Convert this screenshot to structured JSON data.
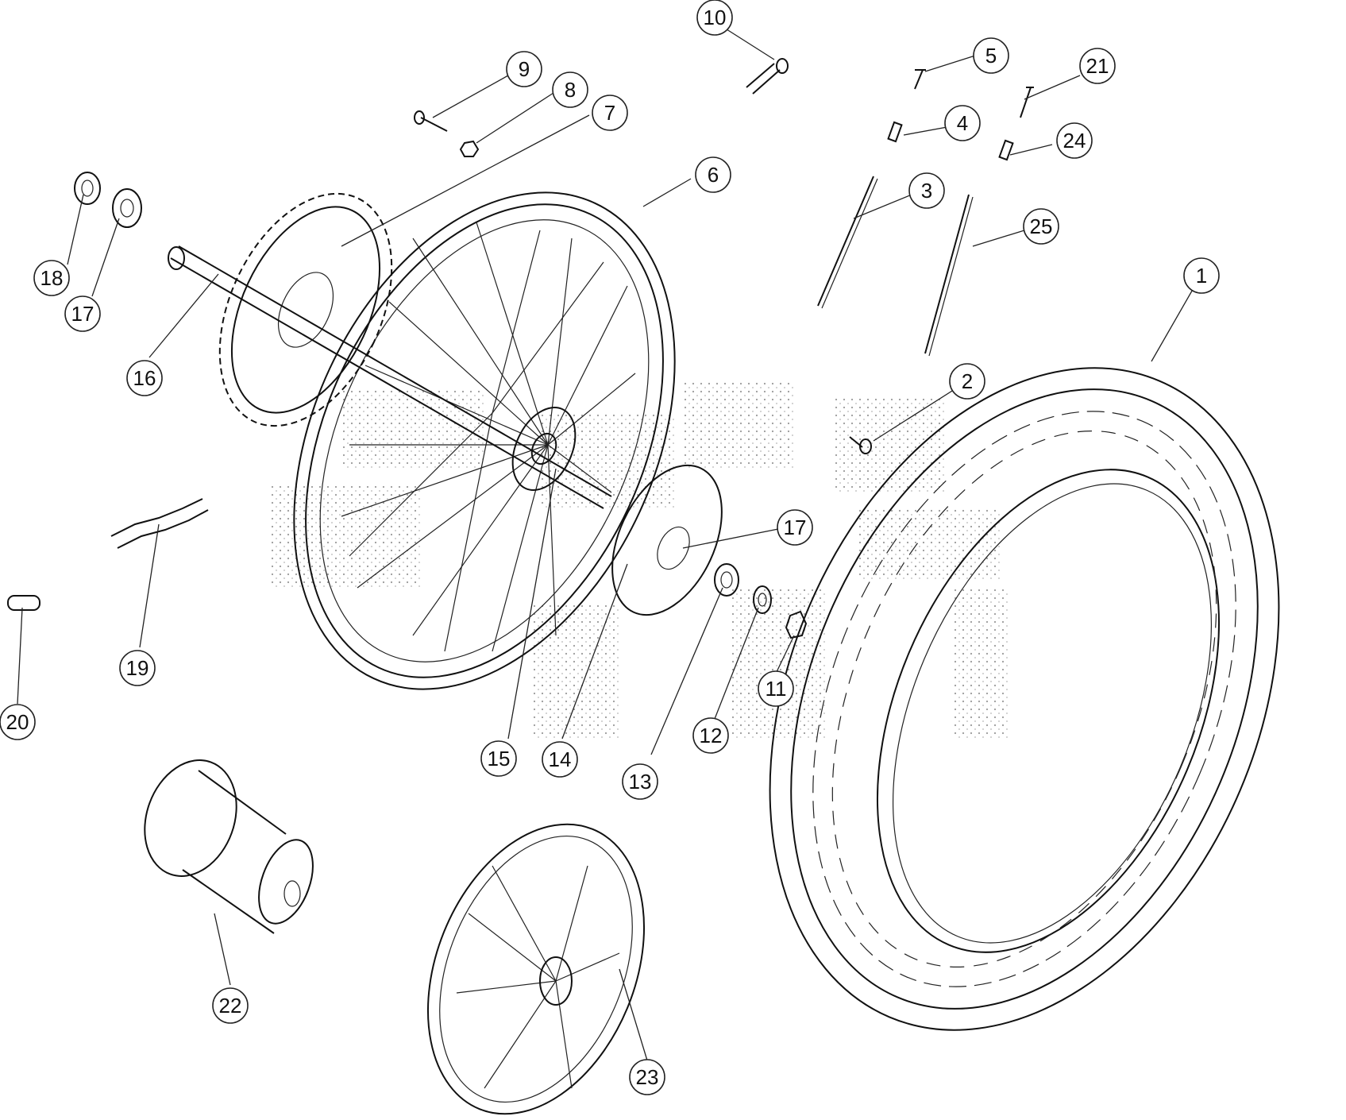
{
  "diagram": {
    "type": "exploded-parts-diagram",
    "callouts": [
      {
        "label": "1"
      },
      {
        "label": "2"
      },
      {
        "label": "3"
      },
      {
        "label": "4"
      },
      {
        "label": "5"
      },
      {
        "label": "6"
      },
      {
        "label": "7"
      },
      {
        "label": "8"
      },
      {
        "label": "9"
      },
      {
        "label": "10"
      },
      {
        "label": "11"
      },
      {
        "label": "12"
      },
      {
        "label": "13"
      },
      {
        "label": "14"
      },
      {
        "label": "15"
      },
      {
        "label": "16"
      },
      {
        "label": "17"
      },
      {
        "label": "17"
      },
      {
        "label": "18"
      },
      {
        "label": "19"
      },
      {
        "label": "20"
      },
      {
        "label": "21"
      },
      {
        "label": "22"
      },
      {
        "label": "23"
      },
      {
        "label": "24"
      },
      {
        "label": "25"
      }
    ]
  }
}
